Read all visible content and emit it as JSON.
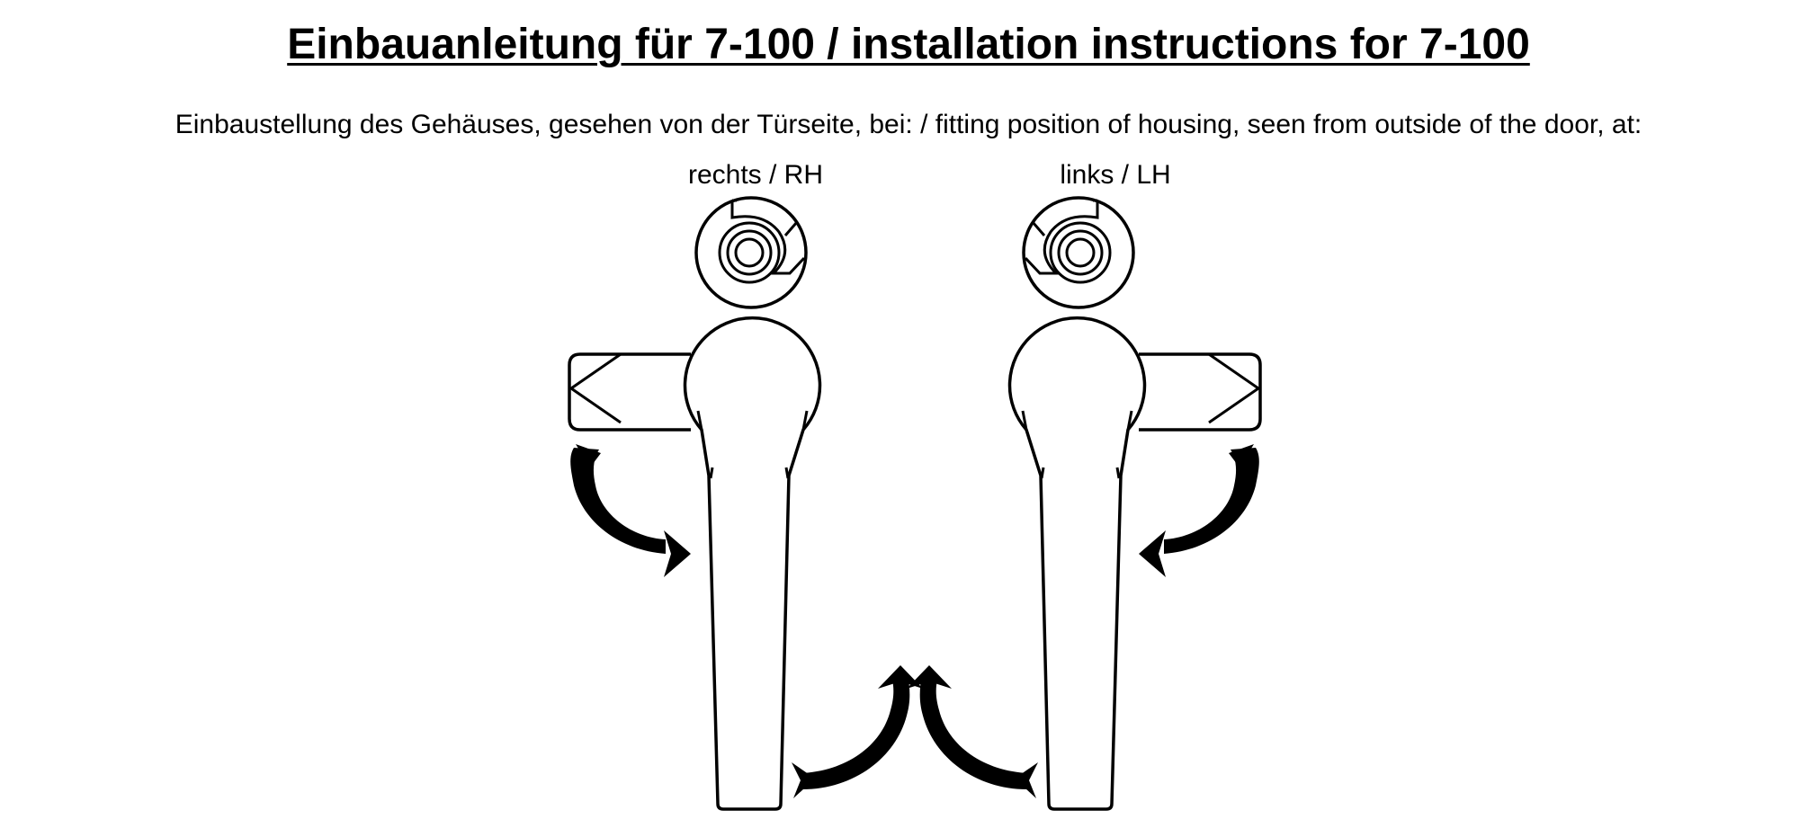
{
  "title": "Einbauanleitung für 7-100 / installation instructions for 7-100",
  "subtitle": "Einbaustellung des Gehäuses, gesehen von der Türseite, bei: / fitting position of housing, seen from outside of the door, at:",
  "sides": {
    "rh": {
      "label": "rechts / RH"
    },
    "lh": {
      "label": "links / LH"
    }
  },
  "colors": {
    "line": "#000000",
    "background": "#ffffff"
  }
}
